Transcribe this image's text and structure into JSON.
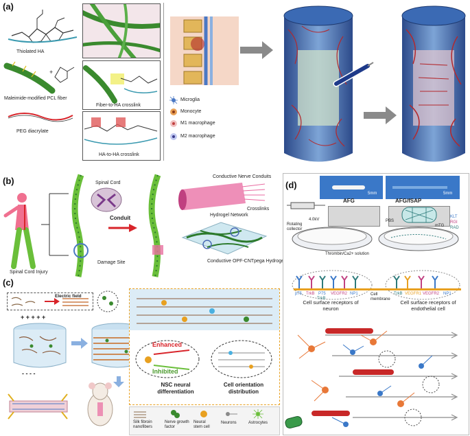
{
  "panels": {
    "a": {
      "tag": "(a)",
      "labels": {
        "thiolated_ha": "Thiolated HA",
        "pcl_fiber": "Maleimide-modified PCL fiber",
        "peg": "PEG diacrylate",
        "fiber_crosslink": "Fiber-to-HA crosslink",
        "ha_crosslink": "HA-to-HA crosslink",
        "plus": "+"
      },
      "legend": [
        "Microglia",
        "Monocyte",
        "M1 macrophage",
        "M2 macrophage"
      ]
    },
    "b": {
      "tag": "(b)",
      "labels": {
        "spinal_cord": "Spinal Cord",
        "conduit": "Conduit",
        "damage_site": "Damage Site",
        "injury": "Spinal Cord Injury",
        "nerve_conduits": "Conductive Nerve Conduits",
        "hydrogel_network": "Hydrogel Network",
        "crosslinks": "Crosslinks",
        "opf": "Conductive OPF-CNTpega Hydrogel"
      }
    },
    "c": {
      "tag": "(c)",
      "labels": {
        "electric_field": "Electric field",
        "enhanced": "Enhanced",
        "inhibited": "Inhibited",
        "nsc": "NSC neural differentiation",
        "orientation": "Cell orientation distribution"
      },
      "legend": [
        "Silk fibroin nanofibers",
        "Nerve growth factor",
        "Neural stem cell",
        "Neurons",
        "Astrocytes"
      ]
    },
    "d": {
      "tag": "(d)",
      "labels": {
        "scale1": "5mm",
        "scale2": "5mm",
        "afg": "AFG",
        "afg_fsap": "AFG/fSAP",
        "voltage": "4.0kV",
        "rotating": "Rotating collector",
        "thrombin": "Thrombin/Ca2+ solution",
        "pbs": "PBS",
        "mtg": "mTG",
        "klt": "KLT",
        "rgi": "RGI",
        "rad": "RAD",
        "membrane": "Cell membrane",
        "neuron_receptors": "Cell surface receptors of neuron",
        "endo_receptors": "Cell surface receptors of endothelial cell"
      },
      "receptors_left": [
        "p75",
        "TrkB",
        "P75",
        "TrkB",
        "VEGFR2",
        "NP1"
      ],
      "receptors_right": [
        "TrkB",
        "VEGFR1",
        "VEGFR2",
        "NP1"
      ]
    }
  },
  "colors": {
    "accent_blue": "#2c5aa0",
    "vessel_red": "#b3282d",
    "fiber_green": "#3a8a2e",
    "arrow_gray": "#8a8a8a",
    "enhanced_red": "#d8242a",
    "inhibited_green": "#4a9a2c"
  }
}
